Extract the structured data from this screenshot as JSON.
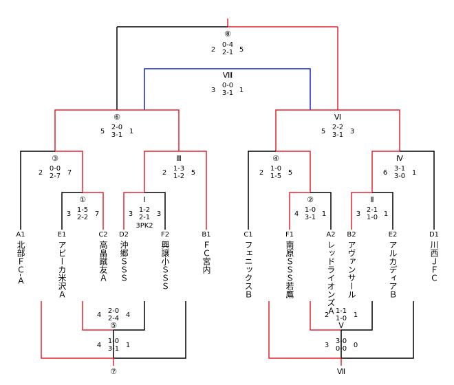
{
  "colors": {
    "winner": "#e8202a",
    "overtime": "#1020d0",
    "normal": "#000000"
  },
  "teams": [
    {
      "code": "A1",
      "name": "北部ＦＣ-Ａ"
    },
    {
      "code": "E1",
      "name": "アビーカ米沢Ａ"
    },
    {
      "code": "C2",
      "name": "高畠蹴友Ａ"
    },
    {
      "code": "D2",
      "name": "沖郷ＳＳＳ"
    },
    {
      "code": "F2",
      "name": "興譲小ＳＳＳ"
    },
    {
      "code": "B1",
      "name": "ＦＣ宮内"
    },
    {
      "code": "C1",
      "name": "フェニックスＢ"
    },
    {
      "code": "F1",
      "name": "南原ＳＳＳ若鷹"
    },
    {
      "code": "A2",
      "name": "レッドライオンズＡ"
    },
    {
      "code": "B2",
      "name": "アヴァンサール"
    },
    {
      "code": "E2",
      "name": "アルカディアＢ"
    },
    {
      "code": "D1",
      "name": "川西ＪＦＣ"
    }
  ],
  "matches": [
    {
      "id": "m1",
      "label": "①",
      "left": "3",
      "right": "7",
      "half1": "1-5",
      "half2": "2-2",
      "pk": ""
    },
    {
      "id": "mI",
      "label": "Ⅰ",
      "left": "3",
      "right": "3",
      "half1": "1-2",
      "half2": "2-1",
      "pk": "3PK2"
    },
    {
      "id": "m3",
      "label": "③",
      "left": "2",
      "right": "7",
      "half1": "0-0",
      "half2": "2-7",
      "pk": ""
    },
    {
      "id": "mIII",
      "label": "Ⅲ",
      "left": "2",
      "right": "5",
      "half1": "1-3",
      "half2": "1-2",
      "pk": ""
    },
    {
      "id": "m6",
      "label": "⑥",
      "left": "5",
      "right": "1",
      "half1": "2-0",
      "half2": "3-1",
      "pk": ""
    },
    {
      "id": "m2",
      "label": "②",
      "left": "4",
      "right": "1",
      "half1": "1-0",
      "half2": "3-1",
      "pk": ""
    },
    {
      "id": "mII",
      "label": "Ⅱ",
      "left": "3",
      "right": "1",
      "half1": "2-1",
      "half2": "1-0",
      "pk": ""
    },
    {
      "id": "m4",
      "label": "④",
      "left": "2",
      "right": "5",
      "half1": "1-0",
      "half2": "1-5",
      "pk": ""
    },
    {
      "id": "mIV",
      "label": "Ⅳ",
      "left": "6",
      "right": "1",
      "half1": "3-1",
      "half2": "3-0",
      "pk": ""
    },
    {
      "id": "mVI",
      "label": "Ⅵ",
      "left": "5",
      "right": "3",
      "half1": "2-2",
      "half2": "3-1",
      "pk": ""
    },
    {
      "id": "m8",
      "label": "⑧",
      "left": "2",
      "right": "5",
      "half1": "0-4",
      "half2": "2-1",
      "pk": ""
    },
    {
      "id": "mVIII",
      "label": "Ⅷ",
      "left": "3",
      "right": "1",
      "half1": "0-0",
      "half2": "3-1",
      "pk": ""
    },
    {
      "id": "m5",
      "label": "⑤",
      "left": "4",
      "right": "4",
      "half1": "2-0",
      "half2": "2-4",
      "pk": ""
    },
    {
      "id": "m7",
      "label": "⑦",
      "left": "4",
      "right": "1",
      "half1": "1-0",
      "half2": "3-1",
      "pk": ""
    },
    {
      "id": "mV",
      "label": "Ⅴ",
      "left": "2",
      "right": "1",
      "half1": "1-1",
      "half2": "1-0",
      "pk": ""
    },
    {
      "id": "mVII",
      "label": "Ⅶ",
      "left": "3",
      "right": "0",
      "half1": "3-0",
      "half2": "0-0",
      "pk": ""
    }
  ]
}
